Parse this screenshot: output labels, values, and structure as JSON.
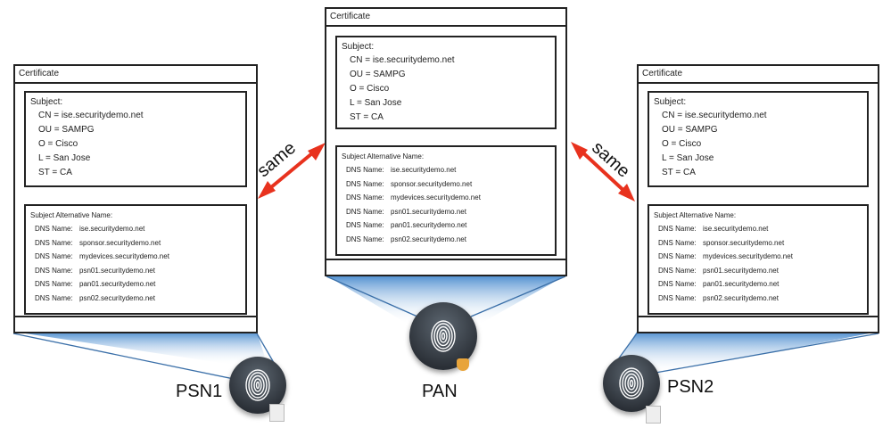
{
  "certificates": [
    {
      "id": "psn1",
      "title": "Certificate",
      "subject_header": "Subject:",
      "subject": [
        "CN = ise.securitydemo.net",
        "OU = SAMPG",
        "O = Cisco",
        "L = San Jose",
        "ST = CA"
      ],
      "san_header": "Subject Alternative Name:",
      "san_key": "DNS Name:",
      "san": [
        "ise.securitydemo.net",
        "sponsor.securitydemo.net",
        "mydevices.securitydemo.net",
        "psn01.securitydemo.net",
        "pan01.securitydemo.net",
        "psn02.securitydemo.net"
      ]
    },
    {
      "id": "pan",
      "title": "Certificate",
      "subject_header": "Subject:",
      "subject": [
        "CN = ise.securitydemo.net",
        "OU = SAMPG",
        "O = Cisco",
        "L = San Jose",
        "ST = CA"
      ],
      "san_header": "Subject Alternative Name:",
      "san_key": "DNS Name:",
      "san": [
        "ise.securitydemo.net",
        "sponsor.securitydemo.net",
        "mydevices.securitydemo.net",
        "psn01.securitydemo.net",
        "pan01.securitydemo.net",
        "psn02.securitydemo.net"
      ]
    },
    {
      "id": "psn2",
      "title": "Certificate",
      "subject_header": "Subject:",
      "subject": [
        "CN = ise.securitydemo.net",
        "OU = SAMPG",
        "O = Cisco",
        "L = San Jose",
        "ST = CA"
      ],
      "san_header": "Subject Alternative Name:",
      "san_key": "DNS Name:",
      "san": [
        "ise.securitydemo.net",
        "sponsor.securitydemo.net",
        "mydevices.securitydemo.net",
        "psn01.securitydemo.net",
        "pan01.securitydemo.net",
        "psn02.securitydemo.net"
      ]
    }
  ],
  "nodes": {
    "psn1": "PSN1",
    "pan": "PAN",
    "psn2": "PSN2"
  },
  "arrows": {
    "left": "same",
    "right": "same"
  },
  "colors": {
    "arrow": "#e8321e",
    "beam": "#5b9bd5"
  }
}
